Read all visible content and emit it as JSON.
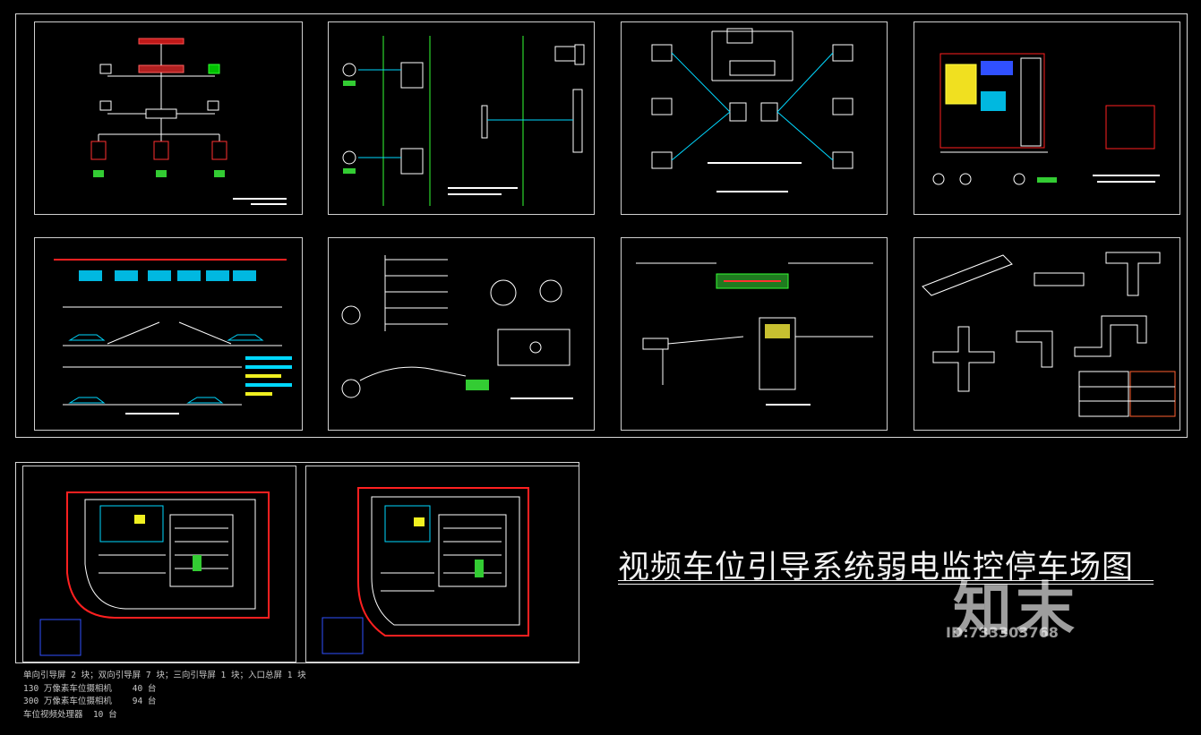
{
  "title": "视频车位引导系统弱电监控停车场图",
  "equipment_list": [
    "单向引导屏 2 块；双向引导屏 7 块；三向引导屏 1 块；入口总屏 1 块",
    "130 万像素车位摄相机    40 台",
    "300 万像素车位摄相机    94 台",
    "车位视频处理器  10 台"
  ],
  "watermark": {
    "text": "知末",
    "id": "ID:733303768"
  },
  "colors": {
    "background": "#000000",
    "frame": "#d0d0d0",
    "red": "#ff2020",
    "green": "#33ff33",
    "cyan": "#00d8ff",
    "yellow": "#ffff00",
    "blue": "#3050ff",
    "white": "#ffffff"
  }
}
